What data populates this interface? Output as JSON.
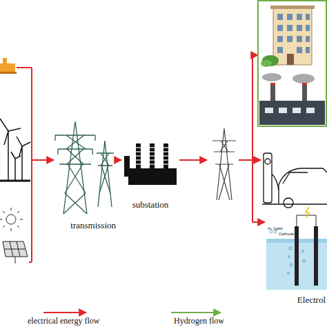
{
  "diagram": {
    "nodes": [
      {
        "text": [
          "transmission"
        ]
      },
      {
        "text": [
          "substation"
        ]
      },
      {
        "text": [
          "Electrol"
        ]
      }
    ],
    "edges": [
      {
        "from": 0,
        "to": 1,
        "arrow": "to"
      }
    ],
    "labels": [
      "Cathode",
      "H₂ (gas)"
    ],
    "legend": [
      {
        "text": "electrical energy flow"
      },
      {
        "text": "Hydrogen flow"
      }
    ]
  }
}
